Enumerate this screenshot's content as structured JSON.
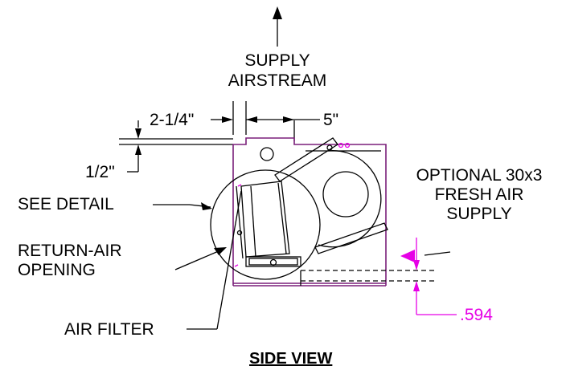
{
  "labels": {
    "supply_line1": "SUPPLY",
    "supply_line2": "AIRSTREAM",
    "dim_left": "2-1/4\"",
    "dim_right": "5\"",
    "dim_half": "1/2\"",
    "see_detail": "SEE DETAIL",
    "return_line1": "RETURN-AIR",
    "return_line2": "OPENING",
    "air_filter": "AIR FILTER",
    "optional_line1": "OPTIONAL 30x3",
    "optional_line2": "FRESH AIR",
    "optional_line3": "SUPPLY",
    "dim_594": ".594",
    "title": "SIDE VIEW"
  },
  "colors": {
    "ink": "#000000",
    "accent": "#e600e6",
    "housing": "#7a1f7a"
  }
}
